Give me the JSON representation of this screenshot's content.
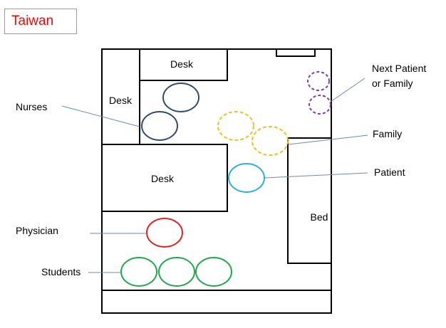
{
  "title": "Taiwan",
  "labels": {
    "desk_top": "Desk",
    "desk_left": "Desk",
    "desk_main": "Desk",
    "bed": "Bed",
    "nurses": "Nurses",
    "physician": "Physician",
    "students": "Students",
    "family": "Family",
    "patient": "Patient",
    "next_patient_line1": "Next Patient",
    "next_patient_line2": "or Family"
  },
  "colors": {
    "nurses": "#2e4a72",
    "physician": "#e02020",
    "students": "#1fa84a",
    "family": "#f0c020",
    "patient": "#29b0e0",
    "next_patient": "#7a3fa8",
    "title": "#ff0000",
    "leader_lines": "#6a8ab8"
  }
}
